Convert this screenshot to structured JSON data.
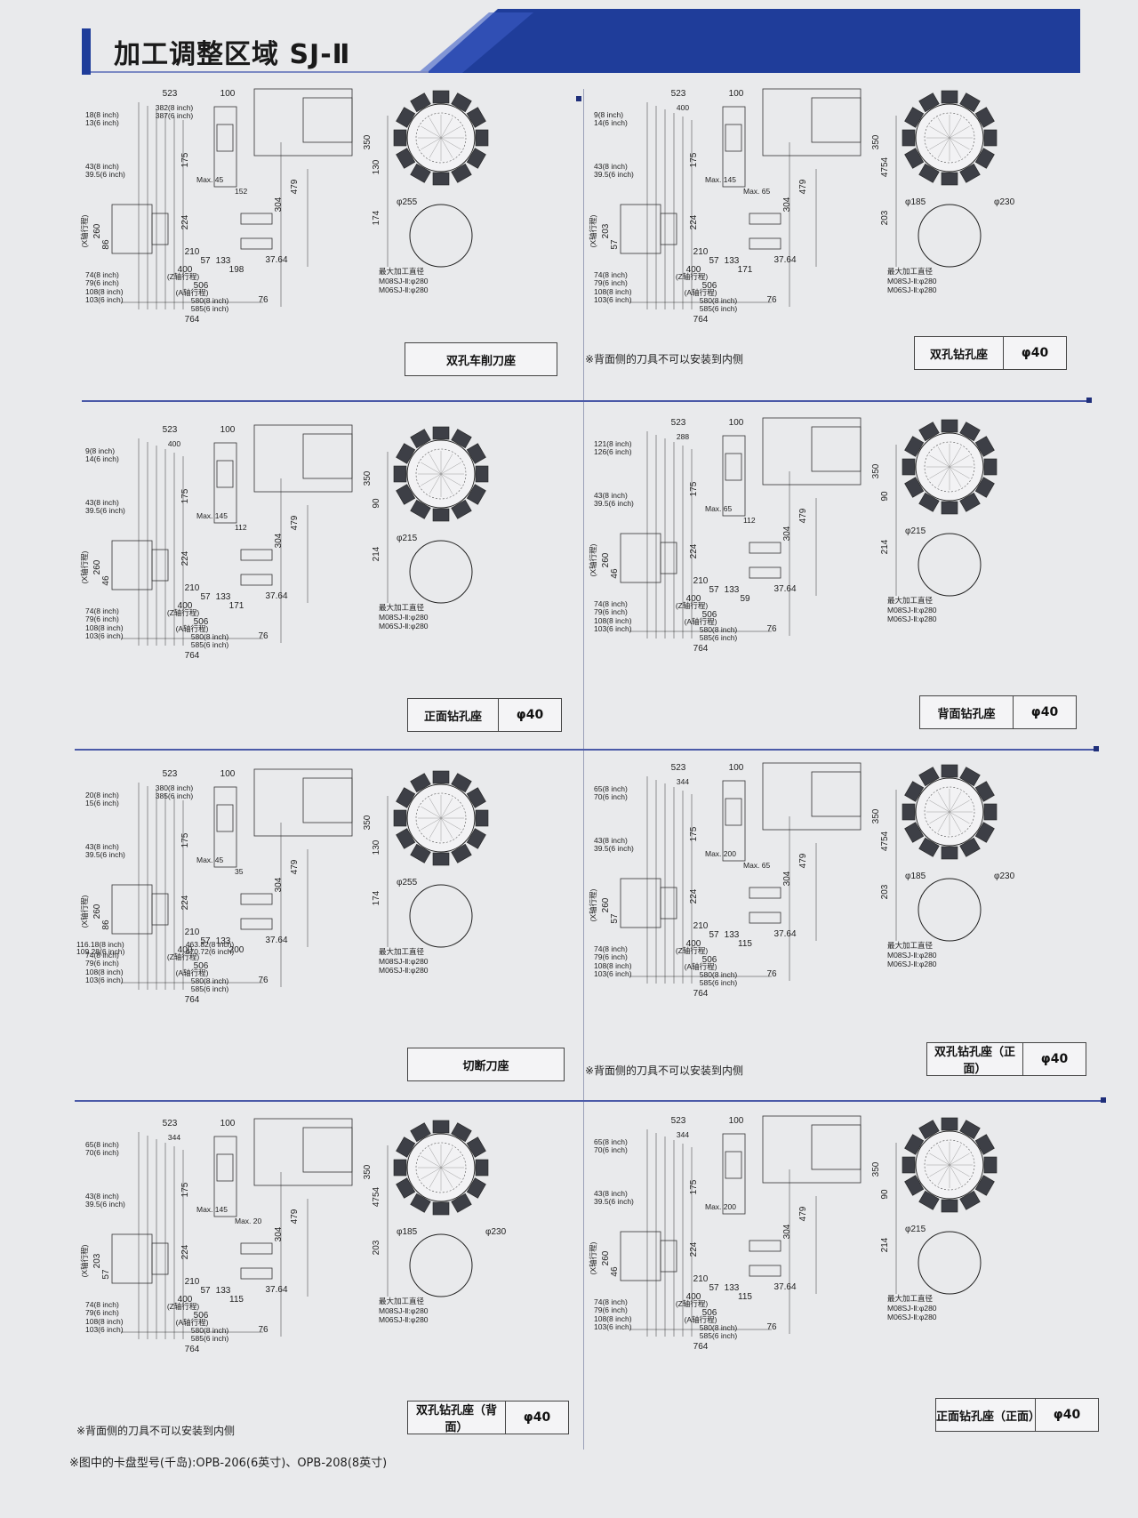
{
  "header": {
    "title": "加工调整区域 SJ-Ⅱ"
  },
  "colors": {
    "accent": "#1f3d9a",
    "separator": "#4b5aa8"
  },
  "common": {
    "max_dia_label": "最大加工直径",
    "m08": "M08SJ-Ⅱ:φ280",
    "m06": "M06SJ-Ⅱ:φ280",
    "dim_764": "764",
    "dim_523": "523",
    "dim_100": "100",
    "dim_350": "350",
    "dim_76": "76",
    "dim_3764": "37.64",
    "dim_224": "224",
    "dim_210": "210",
    "dim_57": "57",
    "dim_133": "133",
    "dim_400": "400",
    "dim_506": "506",
    "dim_175": "175",
    "dim_479": "479",
    "dim_304": "304",
    "z_stroke": "(Z轴行程)",
    "a_stroke": "(A轴行程)",
    "x_stroke": "(X轴行程)",
    "s74": "74(8 inch)",
    "s79": "79(6 inch)",
    "s108": "108(8 inch)",
    "s103": "103(6 inch)",
    "s580": "580(8 inch)",
    "s585": "585(6 inch)",
    "s43": "43(8 inch)",
    "s395": "39.5(6 inch)"
  },
  "panels": [
    {
      "id": "p1",
      "name": "双孔车削刀座",
      "value": "",
      "note": "",
      "diameter": "φ255",
      "top_a": "18(8 inch)",
      "top_b": "13(6 inch)",
      "mid_a": "382(8 inch)",
      "mid_b": "387(6 inch)",
      "dim_z": "198",
      "extra": "Max. 45",
      "extra2": "152",
      "side_a": "130",
      "side_b": "174",
      "s1": "260",
      "s2": "86"
    },
    {
      "id": "p2",
      "name": "双孔钻孔座",
      "value": "φ40",
      "note": "※背面侧的刀具不可以安装到内侧",
      "diameter": "φ185",
      "diameter2": "φ230",
      "top_a": "9(8 inch)",
      "top_b": "14(6 inch)",
      "mid_a": "400",
      "mid_b": "",
      "dim_z": "171",
      "extra": "Max. 145",
      "extra2": "Max. 65",
      "side_a": "4754",
      "side_b": "203",
      "s1": "203",
      "s2": "57"
    },
    {
      "id": "p3",
      "name": "正面钻孔座",
      "value": "φ40",
      "note": "",
      "diameter": "φ215",
      "top_a": "9(8 inch)",
      "top_b": "14(6 inch)",
      "mid_a": "400",
      "mid_b": "",
      "dim_z": "171",
      "extra": "Max. 145",
      "extra2": "112",
      "side_a": "90",
      "side_b": "214",
      "s1": "260",
      "s2": "46"
    },
    {
      "id": "p4",
      "name": "背面钻孔座",
      "value": "φ40",
      "note": "",
      "diameter": "φ215",
      "top_a": "121(8 inch)",
      "top_b": "126(6 inch)",
      "mid_a": "288",
      "mid_b": "",
      "dim_z": "59",
      "extra": "Max. 65",
      "extra2": "112",
      "side_a": "90",
      "side_b": "214",
      "s1": "260",
      "s2": "46"
    },
    {
      "id": "p5",
      "name": "切断刀座",
      "value": "",
      "note": "",
      "diameter": "φ255",
      "top_a": "20(8 inch)",
      "top_b": "15(6 inch)",
      "mid_a": "380(8 inch)",
      "mid_b": "385(6 inch)",
      "dim_z": "200",
      "extra": "Max. 45",
      "extra2": "35",
      "side_a": "130",
      "side_b": "174",
      "s1": "260",
      "s2": "86",
      "extra_rows": [
        "116.18(8 inch)",
        "109.28(6 inch)",
        "463.82(8 inch)",
        "470.72(6 inch)"
      ]
    },
    {
      "id": "p6",
      "name": "双孔钻孔座（正面）",
      "value": "φ40",
      "note": "※背面侧的刀具不可以安装到内侧",
      "diameter": "φ185",
      "diameter2": "φ230",
      "top_a": "65(8 inch)",
      "top_b": "70(6 inch)",
      "mid_a": "344",
      "mid_b": "",
      "dim_z": "115",
      "extra": "Max. 200",
      "extra2": "Max. 65",
      "side_a": "4754",
      "side_b": "203",
      "s1": "260",
      "s2": "57"
    },
    {
      "id": "p7",
      "name": "双孔钻孔座（背面）",
      "value": "φ40",
      "note": "※背面侧的刀具不可以安装到内侧",
      "diameter": "φ185",
      "diameter2": "φ230",
      "top_a": "65(8 inch)",
      "top_b": "70(6 inch)",
      "mid_a": "344",
      "mid_b": "",
      "dim_z": "115",
      "extra": "Max. 145",
      "extra2": "Max. 20",
      "side_a": "4754",
      "side_b": "203",
      "s1": "203",
      "s2": "57"
    },
    {
      "id": "p8",
      "name": "正面钻孔座（正面）",
      "value": "φ40",
      "note": "",
      "diameter": "φ215",
      "top_a": "65(8 inch)",
      "top_b": "70(6 inch)",
      "mid_a": "344",
      "mid_b": "",
      "dim_z": "115",
      "extra": "Max. 200",
      "extra2": "",
      "side_a": "90",
      "side_b": "214",
      "s1": "260",
      "s2": "46"
    }
  ],
  "footer": {
    "note": "※图中的卡盘型号(千岛):OPB-206(6英寸)、OPB-208(8英寸)"
  }
}
